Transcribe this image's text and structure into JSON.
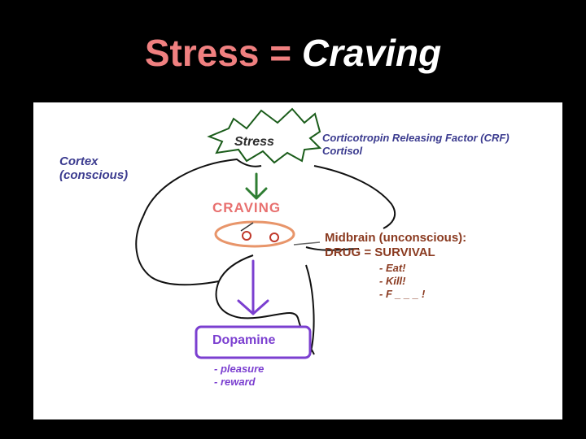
{
  "title": {
    "part1": "Stress =",
    "part2": "Craving"
  },
  "diagram": {
    "stress_label": "Stress",
    "hormones": [
      "Corticotropin Releasing Factor (CRF)",
      "Cortisol"
    ],
    "cortex": [
      "Cortex",
      "(conscious)"
    ],
    "craving_label": "CRAVING",
    "midbrain": [
      "Midbrain (unconscious):",
      "DRUG = SURVIVAL"
    ],
    "survival_items": [
      "- Eat!",
      "- Kill!",
      "- F _ _ _ !"
    ],
    "dopamine_label": "Dopamine",
    "dopamine_effects": [
      "- pleasure",
      "- reward"
    ]
  },
  "colors": {
    "title_accent": "#f08080",
    "hormone_text": "#3b3b8f",
    "craving": "#e8706f",
    "midbrain": "#8a3a20",
    "dopamine": "#7b3fd0",
    "arrow_green": "#2e7d32"
  }
}
